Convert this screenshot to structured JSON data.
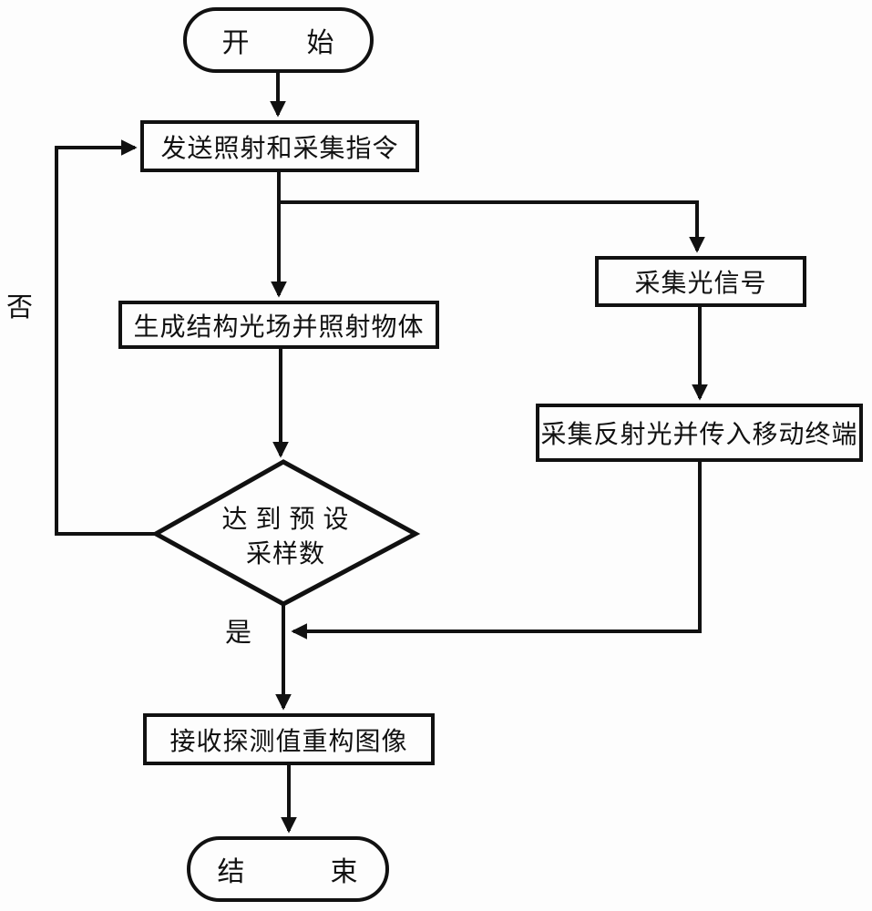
{
  "diagram": {
    "type": "flowchart",
    "nodes": {
      "start": {
        "label": "开　　始",
        "shape": "terminator"
      },
      "send_command": {
        "label": "发送照射和采集指令",
        "shape": "process"
      },
      "generate_light": {
        "label": "生成结构光场并照射物体",
        "shape": "process"
      },
      "collect_signal": {
        "label": "采集光信号",
        "shape": "process"
      },
      "collect_reflected": {
        "label": "采集反射光并传入移动终端",
        "shape": "process"
      },
      "decision": {
        "line1": "达 到 预 设",
        "line2": "采样数",
        "shape": "decision"
      },
      "receive_reconstruct": {
        "label": "接收探测值重构图像",
        "shape": "process"
      },
      "end": {
        "label": "结　　　束",
        "shape": "terminator"
      }
    },
    "edge_labels": {
      "no": "否",
      "yes": "是"
    },
    "colors": {
      "stroke": "#111111",
      "background": "#fdfdfd"
    }
  }
}
